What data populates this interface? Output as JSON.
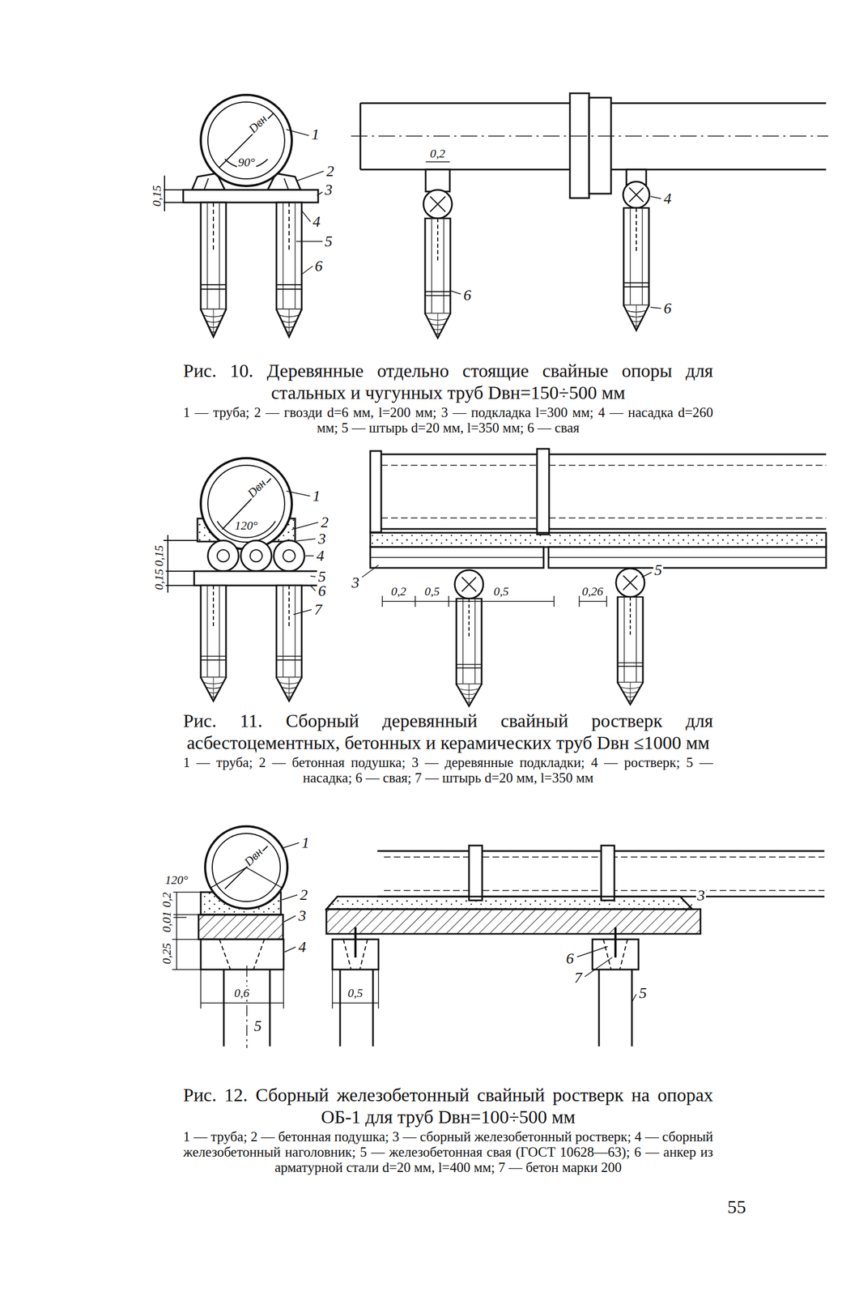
{
  "diagram": {
    "labels": [
      "Dвн",
      "90°",
      "1",
      "2",
      "3",
      "4",
      "5",
      "6",
      "0,15",
      "0,2",
      "6",
      "4",
      "6",
      "Рис. 10. Деревянные отдельно стоящие свайные опоры для стальных и чугунных труб Dвн=150÷500 мм",
      "1 — труба; 2 — гвозди d=6 мм, l=200 мм; 3 — подкладка l=300 мм; 4 — насадка d=260 мм; 5 — штырь d=20 мм, l=350 мм; 6 — свая",
      "Dвн",
      "120°",
      "1",
      "2",
      "3",
      "4",
      "5",
      "6",
      "7",
      "0,15",
      "0,15",
      "3",
      "0,2",
      "0,5",
      "0,5",
      "0,26",
      "5",
      "Рис. 11. Сборный деревянный свайный ростверк для асбестоцементных, бетонных и керамических труб Dвн ≤1000 мм",
      "1 — труба; 2 — бетонная подушка; 3 — деревянные подкладки; 4 — ростверк; 5 — насадка; 6 — свая; 7 — штырь d=20 мм, l=350 мм",
      "Dвн",
      "120°",
      "1",
      "2",
      "3",
      "4",
      "5",
      "0,2",
      "0,01",
      "0,25",
      "0,6",
      "0,5",
      "3",
      "6",
      "7",
      "5",
      "Рис. 12. Сборный железобетонный свайный ростверк на опорах ОБ-1 для труб Dвн=100÷500 мм",
      "1 — труба; 2 — бетонная подушка; 3 — сборный железобетонный ростверк; 4 — сборный железобетонный наголовник; 5 — железобетонная свая (ГОСТ 10628—63); 6 — анкер из арматурной стали d=20 мм, l=400 мм; 7 — бетон марки 200",
      "55"
    ]
  }
}
